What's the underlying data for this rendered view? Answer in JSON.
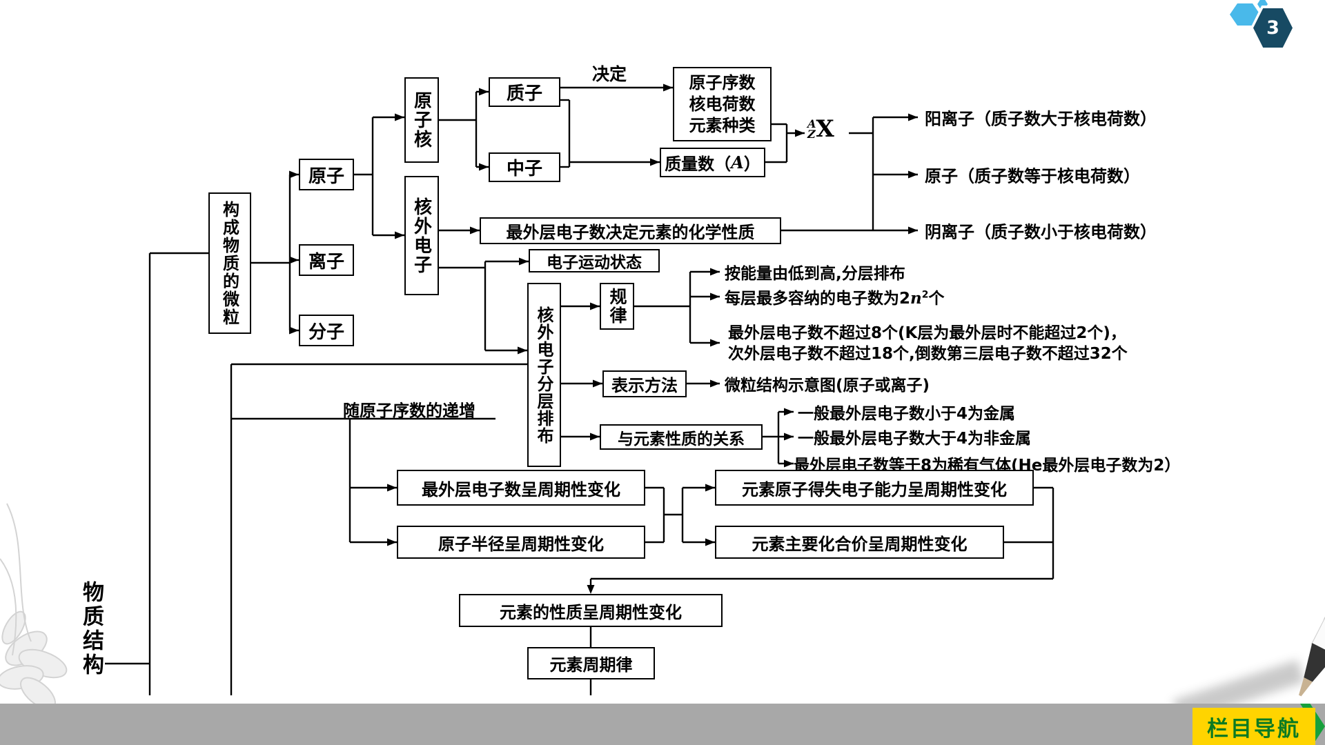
{
  "slide": {
    "page_badge": "3",
    "nav_button_label": "栏目导航",
    "root_label": "物质结构"
  },
  "colors": {
    "badge_light_blue": "#49b9ea",
    "badge_navy": "#174a63",
    "banner_yellow": "#ffd400",
    "banner_green": "#0b7a22",
    "footer_gray": "#a8a8a8",
    "line_black": "#000000"
  },
  "diagram": {
    "particles": "构成物质的微粒",
    "atom": "原子",
    "ion": "离子",
    "molecule": "分子",
    "nucleus": "原子核",
    "outer_electrons": "核外电子",
    "proton": "质子",
    "neutron": "中子",
    "determine_label": "决定",
    "determined_items": [
      "原子序数",
      "核电荷数",
      "元素种类"
    ],
    "mass_number": {
      "pre": "质量数（",
      "var": "A",
      "post": "）"
    },
    "nuclide": {
      "mass": "A",
      "charge": "Z",
      "symbol": "X"
    },
    "cation_note": "阳离子（质子数大于核电荷数）",
    "atom_note": "原子（质子数等于核电荷数）",
    "anion_note": "阴离子（质子数小于核电荷数）",
    "outermost_rule": "最外层电子数决定元素的化学性质",
    "motion_state": "电子运动状态",
    "shell_arrangement": "核外电子分层排布",
    "rules_label": "规律",
    "rule_energy": "按能量由低到高,分层排布",
    "rule_capacity": {
      "pre": "每层最多容纳的电子数为2",
      "var": "n",
      "sup": "2",
      "post": "个"
    },
    "rule_outer_line1": "最外层电子数不超过8个(K层为最外层时不能超过2个)，",
    "rule_outer_line2": "次外层电子数不超过18个,倒数第三层电子数不超过32个",
    "representation": "表示方法",
    "representation_note": "微粒结构示意图(原子或离子)",
    "relation_label": "与元素性质的关系",
    "relation_metal": "一般最外层电子数小于4为金属",
    "relation_nonmetal": "一般最外层电子数大于4为非金属",
    "relation_noble": "最外层电子数等于8为稀有气体(He最外层电子数为2）",
    "with_increasing": "随原子序数的递增",
    "periodic_outer": "最外层电子数呈周期性变化",
    "periodic_radius": "原子半径呈周期性变化",
    "periodic_gainloss": "元素原子得失电子能力呈周期性变化",
    "periodic_valence": "元素主要化合价呈周期性变化",
    "periodic_property": "元素的性质呈周期性变化",
    "periodic_law": "元素周期律"
  }
}
